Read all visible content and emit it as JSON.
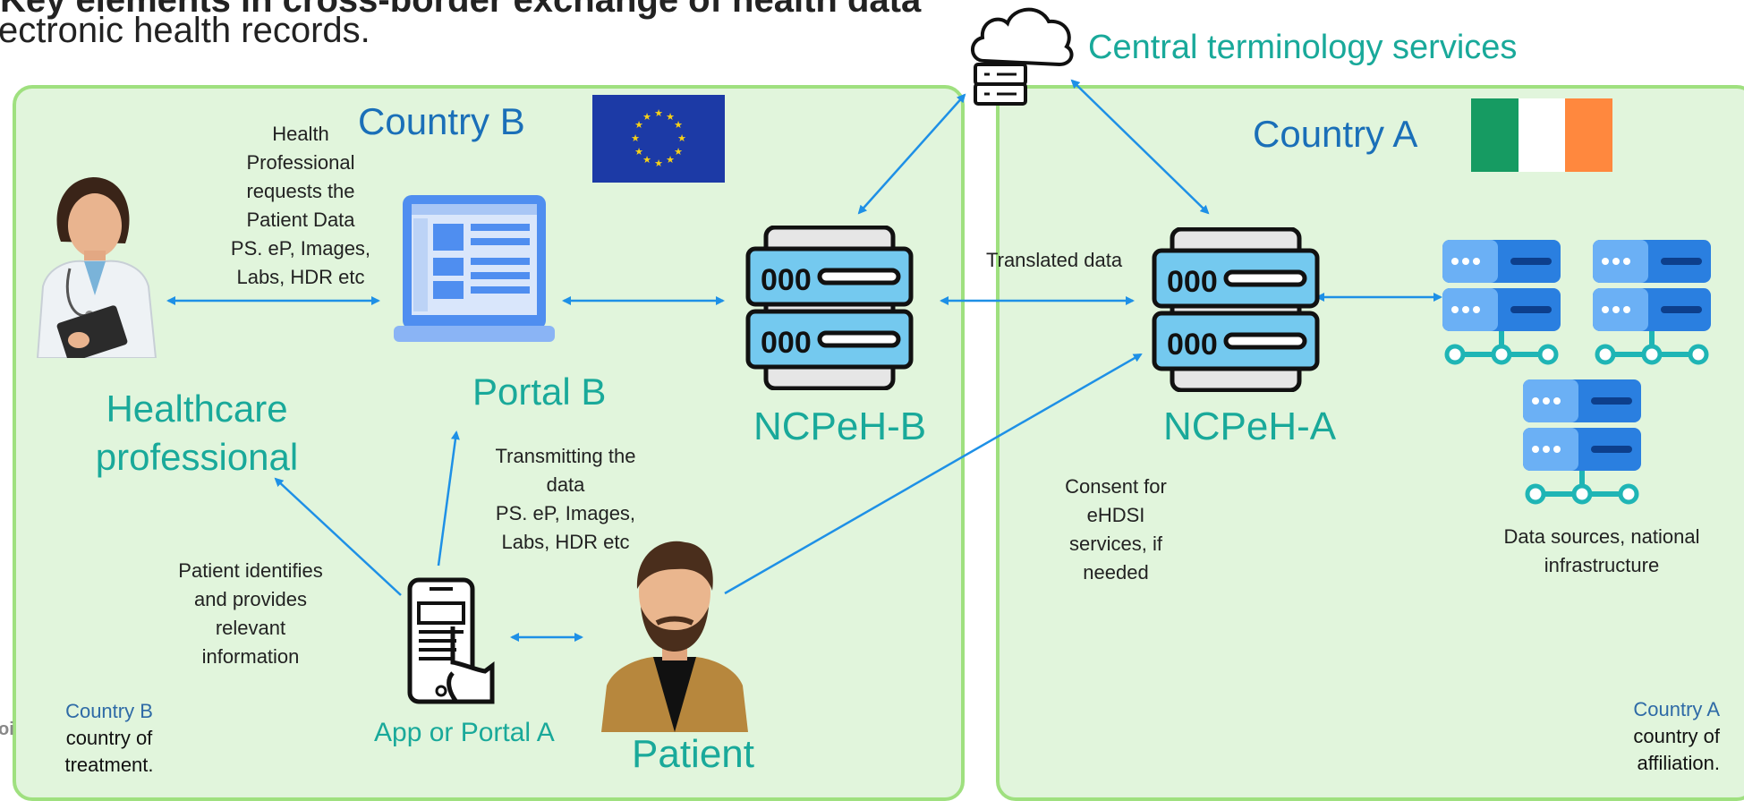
{
  "header": {
    "line1_bold": "Key elements in cross-border exchange of health data",
    "line2": "ectronic health records."
  },
  "central": {
    "label": "Central terminology services"
  },
  "country_b": {
    "title": "Country B",
    "corner_name": "Country B",
    "corner_desc_1": "country of",
    "corner_desc_2": "treatment.",
    "flag": "EU flag"
  },
  "country_a": {
    "title": "Country A",
    "corner_name": "Country A",
    "corner_desc_1": "country of",
    "corner_desc_2": "affiliation.",
    "flag": "Ireland flag",
    "flag_colors": [
      "#169b62",
      "#ffffff",
      "#ff883e"
    ]
  },
  "nodes": {
    "healthcare_professional": "Healthcare professional",
    "portal_b": "Portal B",
    "ncpeh_b": "NCPeH-B",
    "ncpeh_a": "NCPeH-A",
    "app_portal_a": "App or Portal A",
    "patient": "Patient",
    "data_sources": "Data sources, national infrastructure"
  },
  "notes": {
    "hp_request": [
      "Health",
      "Professional",
      "requests the",
      "Patient Data",
      "PS. eP, Images,",
      "Labs, HDR etc"
    ],
    "transmit": [
      "Transmitting the",
      "data",
      "PS. eP, Images,",
      "Labs, HDR etc"
    ],
    "patient_identifies": [
      "Patient identifies",
      "and provides",
      "relevant",
      "information"
    ],
    "translated": "Translated data",
    "consent": [
      "Consent for",
      "eHDSI",
      "services, if",
      "needed"
    ]
  },
  "edge_stub": "oi",
  "colors": {
    "panel_bg": "#e1f5dc",
    "panel_border": "#9fe07f",
    "arrow": "#1e90e6",
    "teal": "#19a99a",
    "blue": "#1a6fb8"
  },
  "icons": [
    "cloud-server-icon",
    "eu-flag-icon",
    "ireland-flag-icon",
    "doctor-icon",
    "laptop-icon",
    "server-icon",
    "database-icon",
    "smartphone-icon",
    "patient-icon"
  ]
}
